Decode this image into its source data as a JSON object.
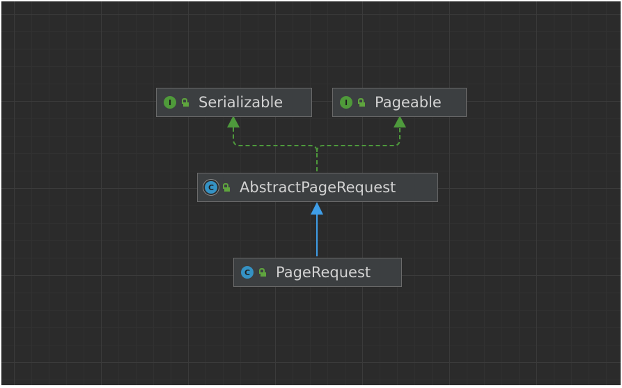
{
  "diagram": {
    "nodes": {
      "serializable": {
        "label": "Serializable",
        "kind": "interface",
        "icon_letter": "I",
        "visibility_icon": "public-lock-icon"
      },
      "pageable": {
        "label": "Pageable",
        "kind": "interface",
        "icon_letter": "I",
        "visibility_icon": "public-lock-icon"
      },
      "abstract_page_request": {
        "label": "AbstractPageRequest",
        "kind": "abstract-class",
        "icon_letter": "C",
        "visibility_icon": "public-lock-icon"
      },
      "page_request": {
        "label": "PageRequest",
        "kind": "class",
        "icon_letter": "C",
        "visibility_icon": "public-lock-icon"
      }
    },
    "edges": [
      {
        "from": "abstract_page_request",
        "to": "serializable",
        "relation": "implements",
        "style": "dashed"
      },
      {
        "from": "abstract_page_request",
        "to": "pageable",
        "relation": "implements",
        "style": "dashed"
      },
      {
        "from": "page_request",
        "to": "abstract_page_request",
        "relation": "extends",
        "style": "solid"
      }
    ],
    "colors": {
      "background": "#2b2b2b",
      "grid": "#3b3b3b",
      "node_fill": "#3c3f41",
      "node_border": "#6b6b6b",
      "node_text": "#d2d2d2",
      "interface_icon": "#4f9a3a",
      "class_icon": "#3592c4",
      "implements_edge": "#4e9a3c",
      "extends_edge": "#3f9ee8"
    }
  }
}
